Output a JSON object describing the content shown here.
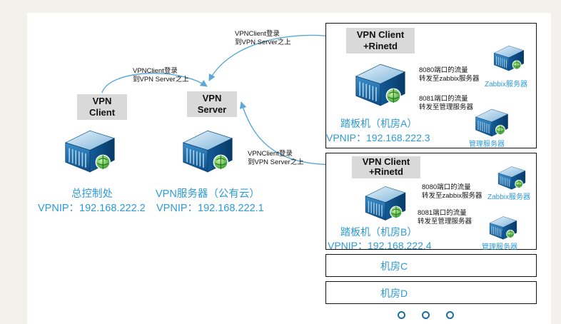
{
  "client": {
    "box_label_line1": "VPN",
    "box_label_line2": "Client",
    "name": "总控制处",
    "ip": "VPNIP：192.168.222.2"
  },
  "server": {
    "box_label_line1": "VPN",
    "box_label_line2": "Server",
    "name": "VPN服务器（公有云）",
    "ip": "VPNIP：192.168.222.1"
  },
  "login_note_line1": "VPNClient登录",
  "login_note_line2": "到VPN Server之上",
  "room_a": {
    "box_label_line1": "VPN Client",
    "box_label_line2": "+Rinetd",
    "name": "踏板机（机房A）",
    "ip": "VPNIP：192.168.222.3",
    "fwd_8080_line1": "8080端口的流量",
    "fwd_8080_line2": "转发至zabbix服务器",
    "fwd_8081_line1": "8081端口的流量",
    "fwd_8081_line2": "转发至管理服务器",
    "zabbix_label": "Zabbix服务器",
    "mgmt_label": "管理服务器"
  },
  "room_b": {
    "box_label_line1": "VPN Client",
    "box_label_line2": "+Rinetd",
    "name": "踏板机（机房B）",
    "ip": "VPNIP：192.168.222.4",
    "fwd_8080_line1": "8080端口的流量",
    "fwd_8080_line2": "转发至zabbix服务器",
    "fwd_8081_line1": "8081端口的流量",
    "fwd_8081_line2": "转发至管理服务器",
    "zabbix_label": "Zabbix服务器",
    "mgmt_label": "管理服务器"
  },
  "room_c": {
    "label": "机房C"
  },
  "room_d": {
    "label": "机房D"
  },
  "colors": {
    "accent_blue": "#2e9ad6",
    "box_gray": "#d9d9d9",
    "arrow_blue": "#5aa8d8"
  },
  "icons": {
    "server": "server-icon",
    "globe": "globe-icon",
    "more": "ellipsis-dots"
  }
}
